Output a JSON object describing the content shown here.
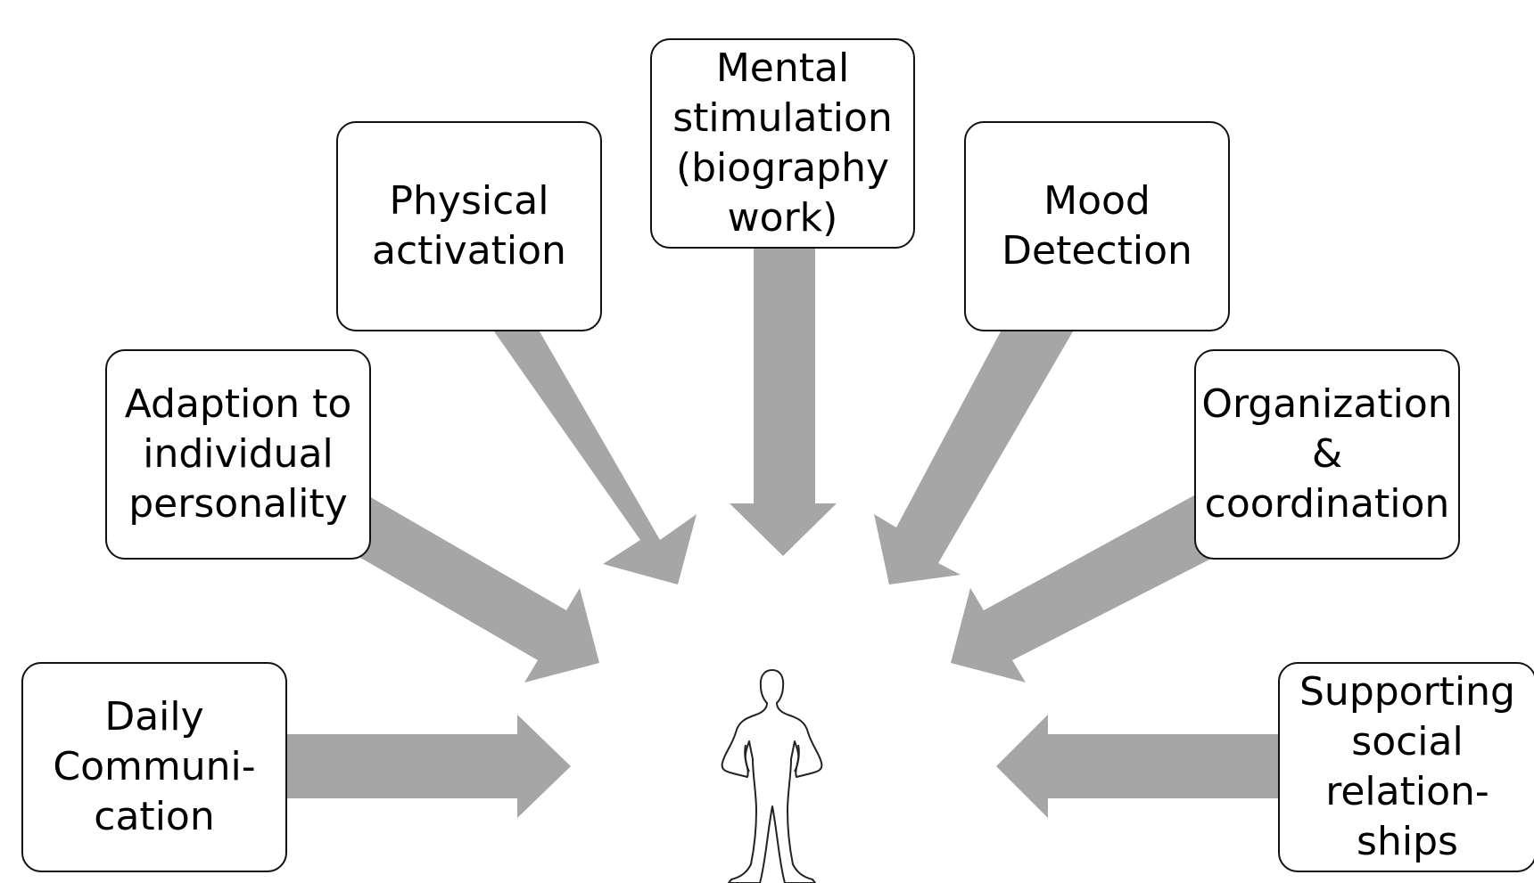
{
  "diagram": {
    "boxes": {
      "daily": "Daily\nCommuni-\ncation",
      "adaption": "Adaption to\nindividual\npersonality",
      "physical": "Physical\nactivation",
      "mental": "Mental\nstimulation\n(biography\nwork)",
      "mood": "Mood\nDetection",
      "organization": "Organization\n&\ncoordination",
      "supporting": "Supporting\nsocial\nrelation-\nships"
    },
    "colors": {
      "arrow": "#a6a6a6",
      "box_border": "#111111",
      "figure_outline": "#222222"
    },
    "center_icon": "person-silhouette-icon"
  }
}
